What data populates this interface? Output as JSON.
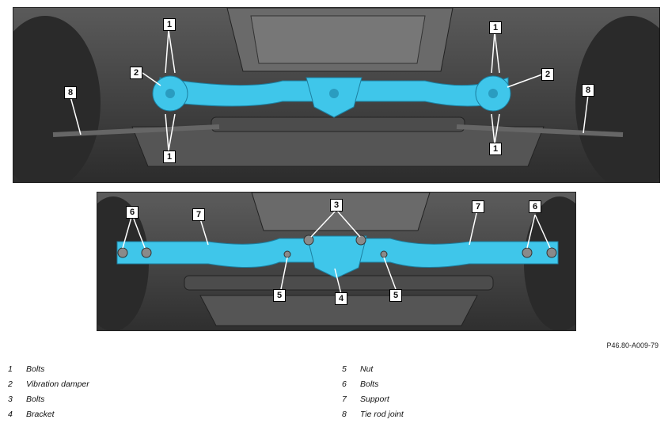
{
  "figure_code": "P46.80-A009-79",
  "callouts": {
    "c1": "1",
    "c2": "2",
    "c3": "3",
    "c4": "4",
    "c5": "5",
    "c6": "6",
    "c7": "7",
    "c8": "8"
  },
  "legend": {
    "left": [
      {
        "num": "1",
        "label": "Bolts"
      },
      {
        "num": "2",
        "label": "Vibration damper"
      },
      {
        "num": "3",
        "label": "Bolts"
      },
      {
        "num": "4",
        "label": "Bracket"
      }
    ],
    "right": [
      {
        "num": "5",
        "label": "Nut"
      },
      {
        "num": "6",
        "label": "Bolts"
      },
      {
        "num": "7",
        "label": "Support"
      },
      {
        "num": "8",
        "label": "Tie rod joint"
      }
    ]
  },
  "colors": {
    "part_highlight": "#3fc6ea",
    "background_metal": "#3c3c3c"
  }
}
